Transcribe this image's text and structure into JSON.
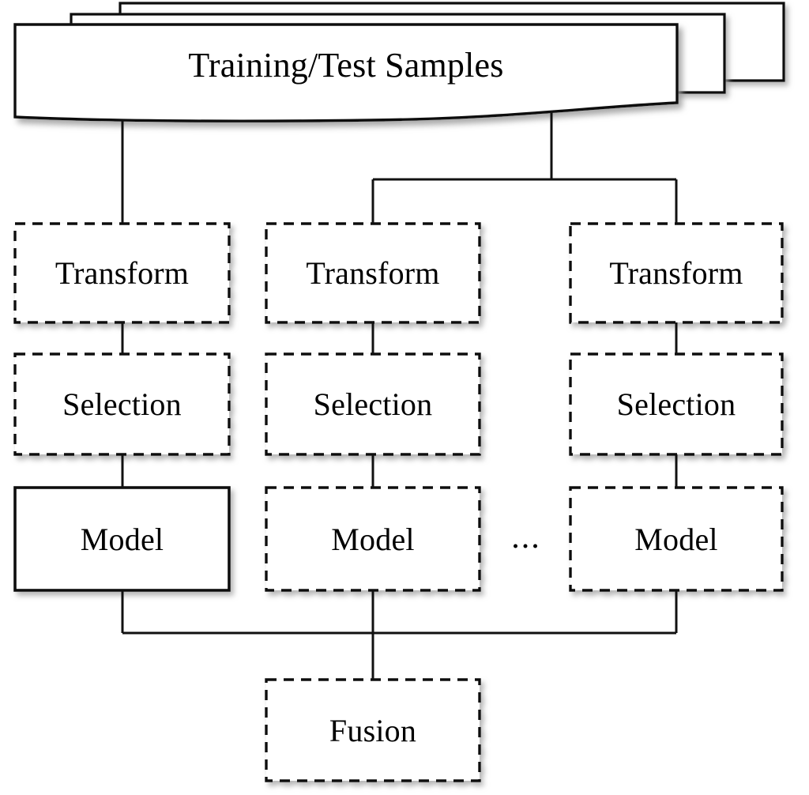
{
  "diagram": {
    "title": "Ensemble pipeline flow diagram",
    "colors": {
      "stroke": "#111111",
      "fill": "#ffffff",
      "shadow": "#b8b8b8",
      "text": "#000000"
    },
    "source": {
      "name": "document-stack",
      "label": "Training/Test Samples",
      "icon": "stacked-documents-icon",
      "layers": 3
    },
    "columns": [
      {
        "id": "pipeline-1",
        "nodes": [
          {
            "id": "transform-1",
            "label": "Transform",
            "border": "dashed"
          },
          {
            "id": "selection-1",
            "label": "Selection",
            "border": "dashed"
          },
          {
            "id": "model-1",
            "label": "Model",
            "border": "solid"
          }
        ]
      },
      {
        "id": "pipeline-2",
        "nodes": [
          {
            "id": "transform-2",
            "label": "Transform",
            "border": "dashed"
          },
          {
            "id": "selection-2",
            "label": "Selection",
            "border": "dashed"
          },
          {
            "id": "model-2",
            "label": "Model",
            "border": "dashed"
          }
        ]
      },
      {
        "id": "pipeline-3",
        "nodes": [
          {
            "id": "transform-3",
            "label": "Transform",
            "border": "dashed"
          },
          {
            "id": "selection-3",
            "label": "Selection",
            "border": "dashed"
          },
          {
            "id": "model-3",
            "label": "Model",
            "border": "dashed"
          }
        ]
      }
    ],
    "ellipsis": {
      "id": "models-ellipsis",
      "label": "..."
    },
    "sink": {
      "id": "fusion",
      "label": "Fusion",
      "border": "dashed"
    }
  }
}
